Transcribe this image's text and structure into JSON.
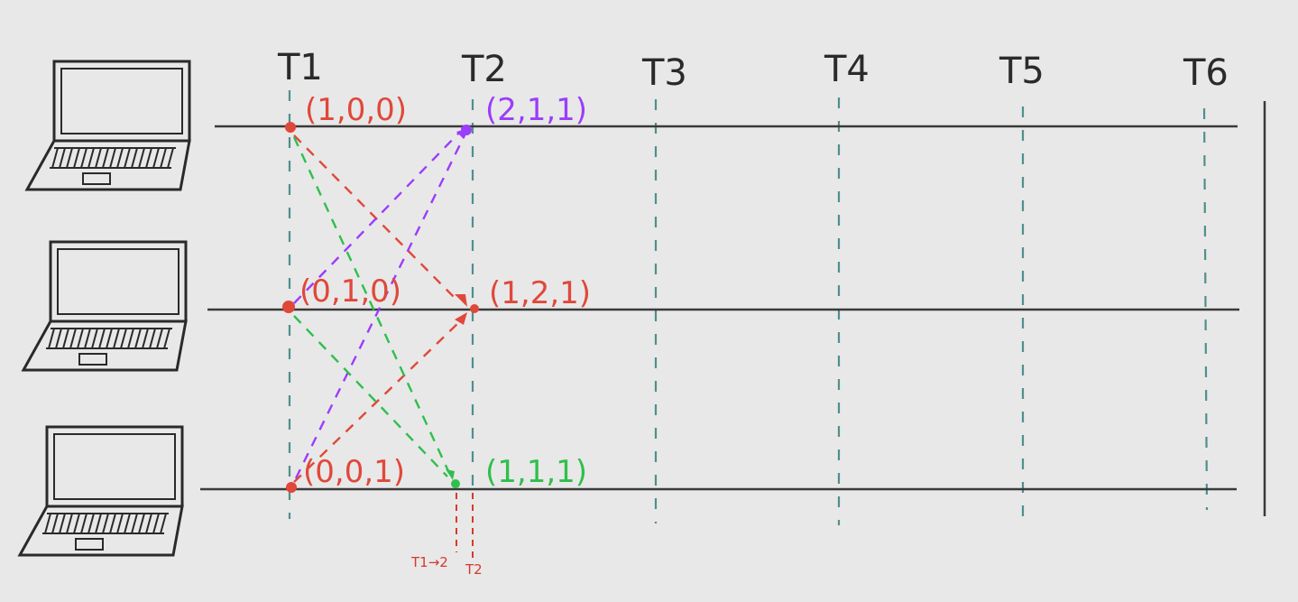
{
  "time_labels": [
    "T1",
    "T2",
    "T3",
    "T4",
    "T5",
    "T6"
  ],
  "vector_labels": {
    "n0_t1": "(1,0,0)",
    "n0_t2": "(2,1,1)",
    "n1_t1": "(0,1,0)",
    "n1_t2": "(1,2,1)",
    "n2_t1": "(0,0,1)",
    "n2_t2": "(1,1,1)"
  },
  "bottom_labels": {
    "left": "T1→2",
    "right": "T2"
  },
  "colors": {
    "timeline": "#3a3a3a",
    "time_guide": "#4f8f8c",
    "red": "#e0483a",
    "purple": "#9b3dfa",
    "green": "#2fbf4c",
    "laptop": "#2a2a2a"
  },
  "icons": [
    "laptop-icon",
    "laptop-icon",
    "laptop-icon"
  ]
}
